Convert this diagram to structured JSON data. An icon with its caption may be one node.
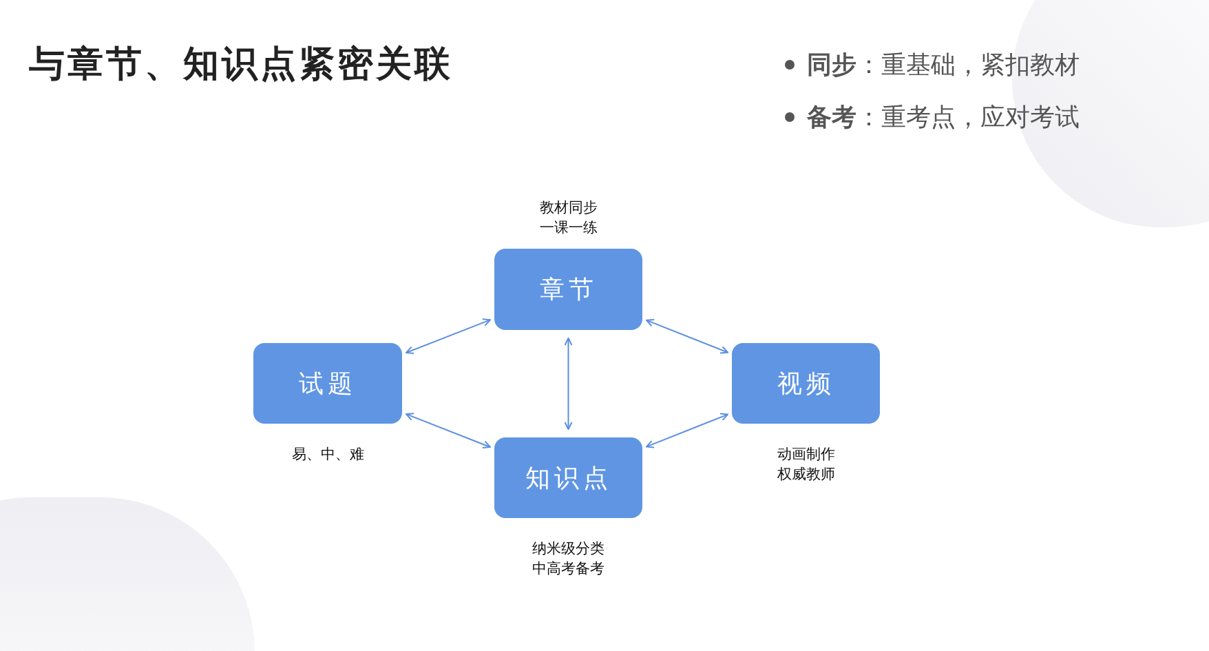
{
  "diagram": {
    "title": "与章节、知识点紧密关联",
    "nodes": [
      {
        "text": [
          "章节"
        ],
        "beside": [
          "教材同步",
          "一课一练"
        ]
      },
      {
        "text": [
          "试题"
        ],
        "beside": [
          "易、中、难"
        ]
      },
      {
        "text": [
          "视频"
        ],
        "beside": [
          "动画制作",
          "权威教师"
        ]
      },
      {
        "text": [
          "知识点"
        ],
        "beside": [
          "纳米级分类",
          "中高考备考"
        ]
      }
    ],
    "edges": [
      {
        "from": 1,
        "to": 0,
        "arrow": "both"
      },
      {
        "from": 0,
        "to": 2,
        "arrow": "both"
      },
      {
        "from": 0,
        "to": 3,
        "arrow": "both"
      },
      {
        "from": 1,
        "to": 3,
        "arrow": "both"
      },
      {
        "from": 3,
        "to": 2,
        "arrow": "both"
      }
    ],
    "labels": [
      "**同步**：重基础，紧扣教材",
      "**备考**：重考点，应对考试"
    ]
  }
}
